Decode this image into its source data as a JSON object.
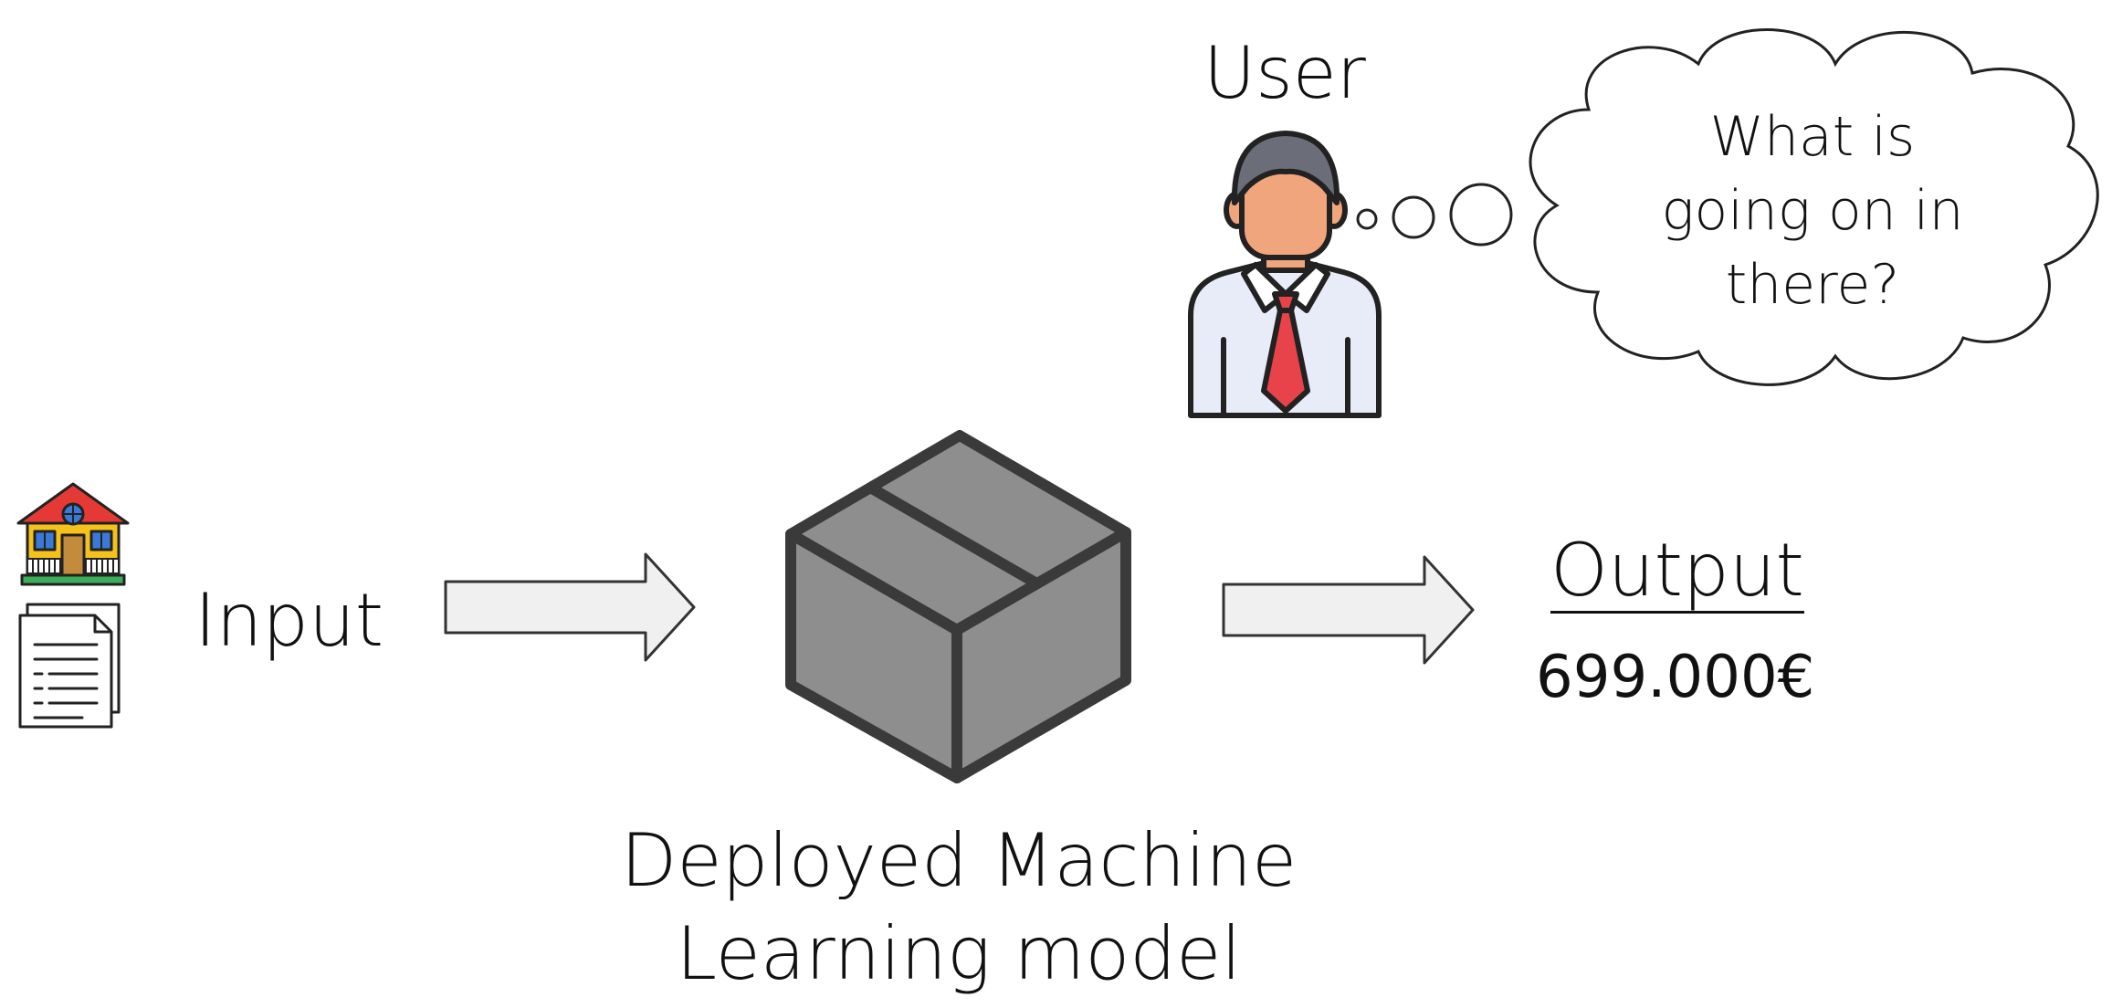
{
  "diagram": {
    "user_label": "User",
    "thought_bubble": "What is going on in there?",
    "input_label": "Input",
    "model_label": "Deployed Machine Learning model",
    "output_label": "Output",
    "output_value": "699.000€"
  },
  "icons": {
    "input_house": "house-icon",
    "input_document": "document-icon",
    "user": "user-businessman-icon",
    "model": "black-box-icon",
    "arrows": "arrow-right-icon"
  },
  "colors": {
    "box_fill": "#8e8e8e",
    "box_stroke": "#3a3a3a",
    "arrow_fill": "#f0f0f0",
    "tie": "#e8434b",
    "skin": "#f0a57c",
    "hair": "#6b6e78",
    "shirt": "#e8ecf8",
    "house_wall": "#f5c21b",
    "house_roof": "#e53935"
  }
}
